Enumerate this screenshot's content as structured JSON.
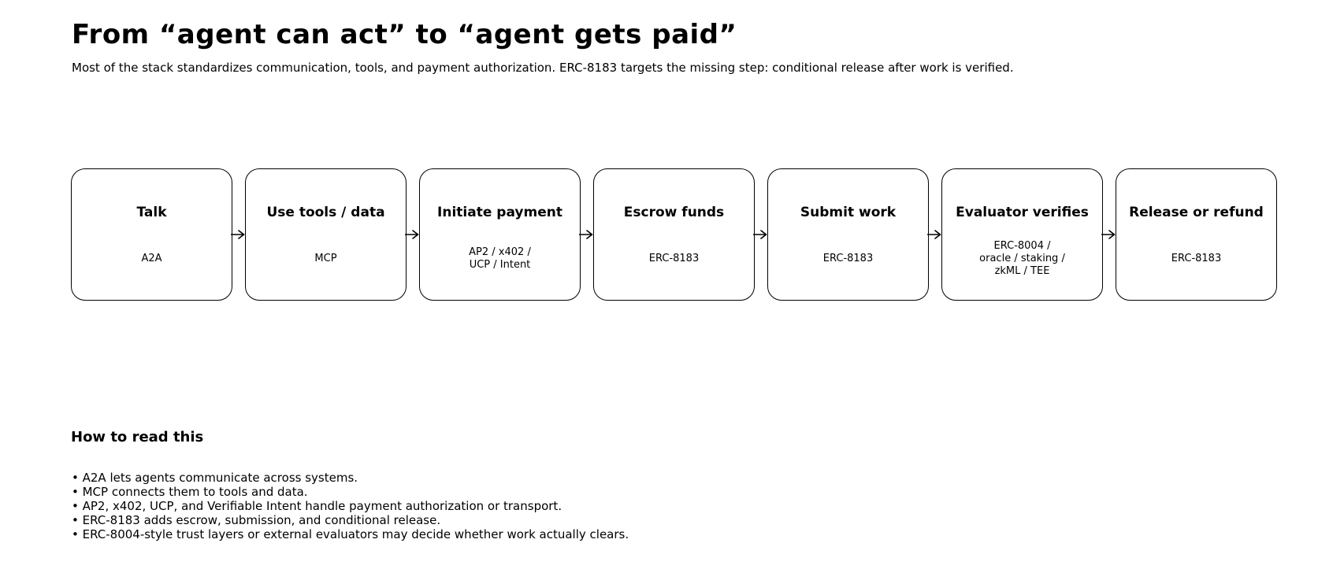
{
  "page": {
    "title": "From “agent can act” to “agent gets paid”",
    "subtitle": "Most of the stack standardizes communication, tools, and payment authorization. ERC-8183 targets the missing step: conditional release after work is verified."
  },
  "flow": {
    "steps": [
      {
        "title": "Talk",
        "label_lines": [
          "A2A"
        ]
      },
      {
        "title": "Use tools / data",
        "label_lines": [
          "MCP"
        ]
      },
      {
        "title": "Initiate payment",
        "label_lines": [
          "AP2 / x402 /",
          "UCP / Intent"
        ]
      },
      {
        "title": "Escrow funds",
        "label_lines": [
          "ERC-8183"
        ]
      },
      {
        "title": "Submit work",
        "label_lines": [
          "ERC-8183"
        ]
      },
      {
        "title": "Evaluator verifies",
        "label_lines": [
          "ERC-8004 /",
          "oracle / staking /",
          "zkML / TEE"
        ]
      },
      {
        "title": "Release or refund",
        "label_lines": [
          "ERC-8183"
        ]
      }
    ]
  },
  "notes": {
    "heading": "How to read this",
    "bullet_char": "•",
    "bullets": [
      "A2A lets agents communicate across systems.",
      "MCP connects them to tools and data.",
      "AP2, x402, UCP, and Verifiable Intent handle payment authorization or transport.",
      "ERC-8183 adds escrow, submission, and conditional release.",
      "ERC-8004-style trust layers or external evaluators may decide whether work actually clears."
    ]
  },
  "colors": {
    "background": "#ffffff",
    "text": "#000000",
    "box_border": "#000000",
    "box_fill": "#ffffff",
    "arrow": "#000000"
  }
}
